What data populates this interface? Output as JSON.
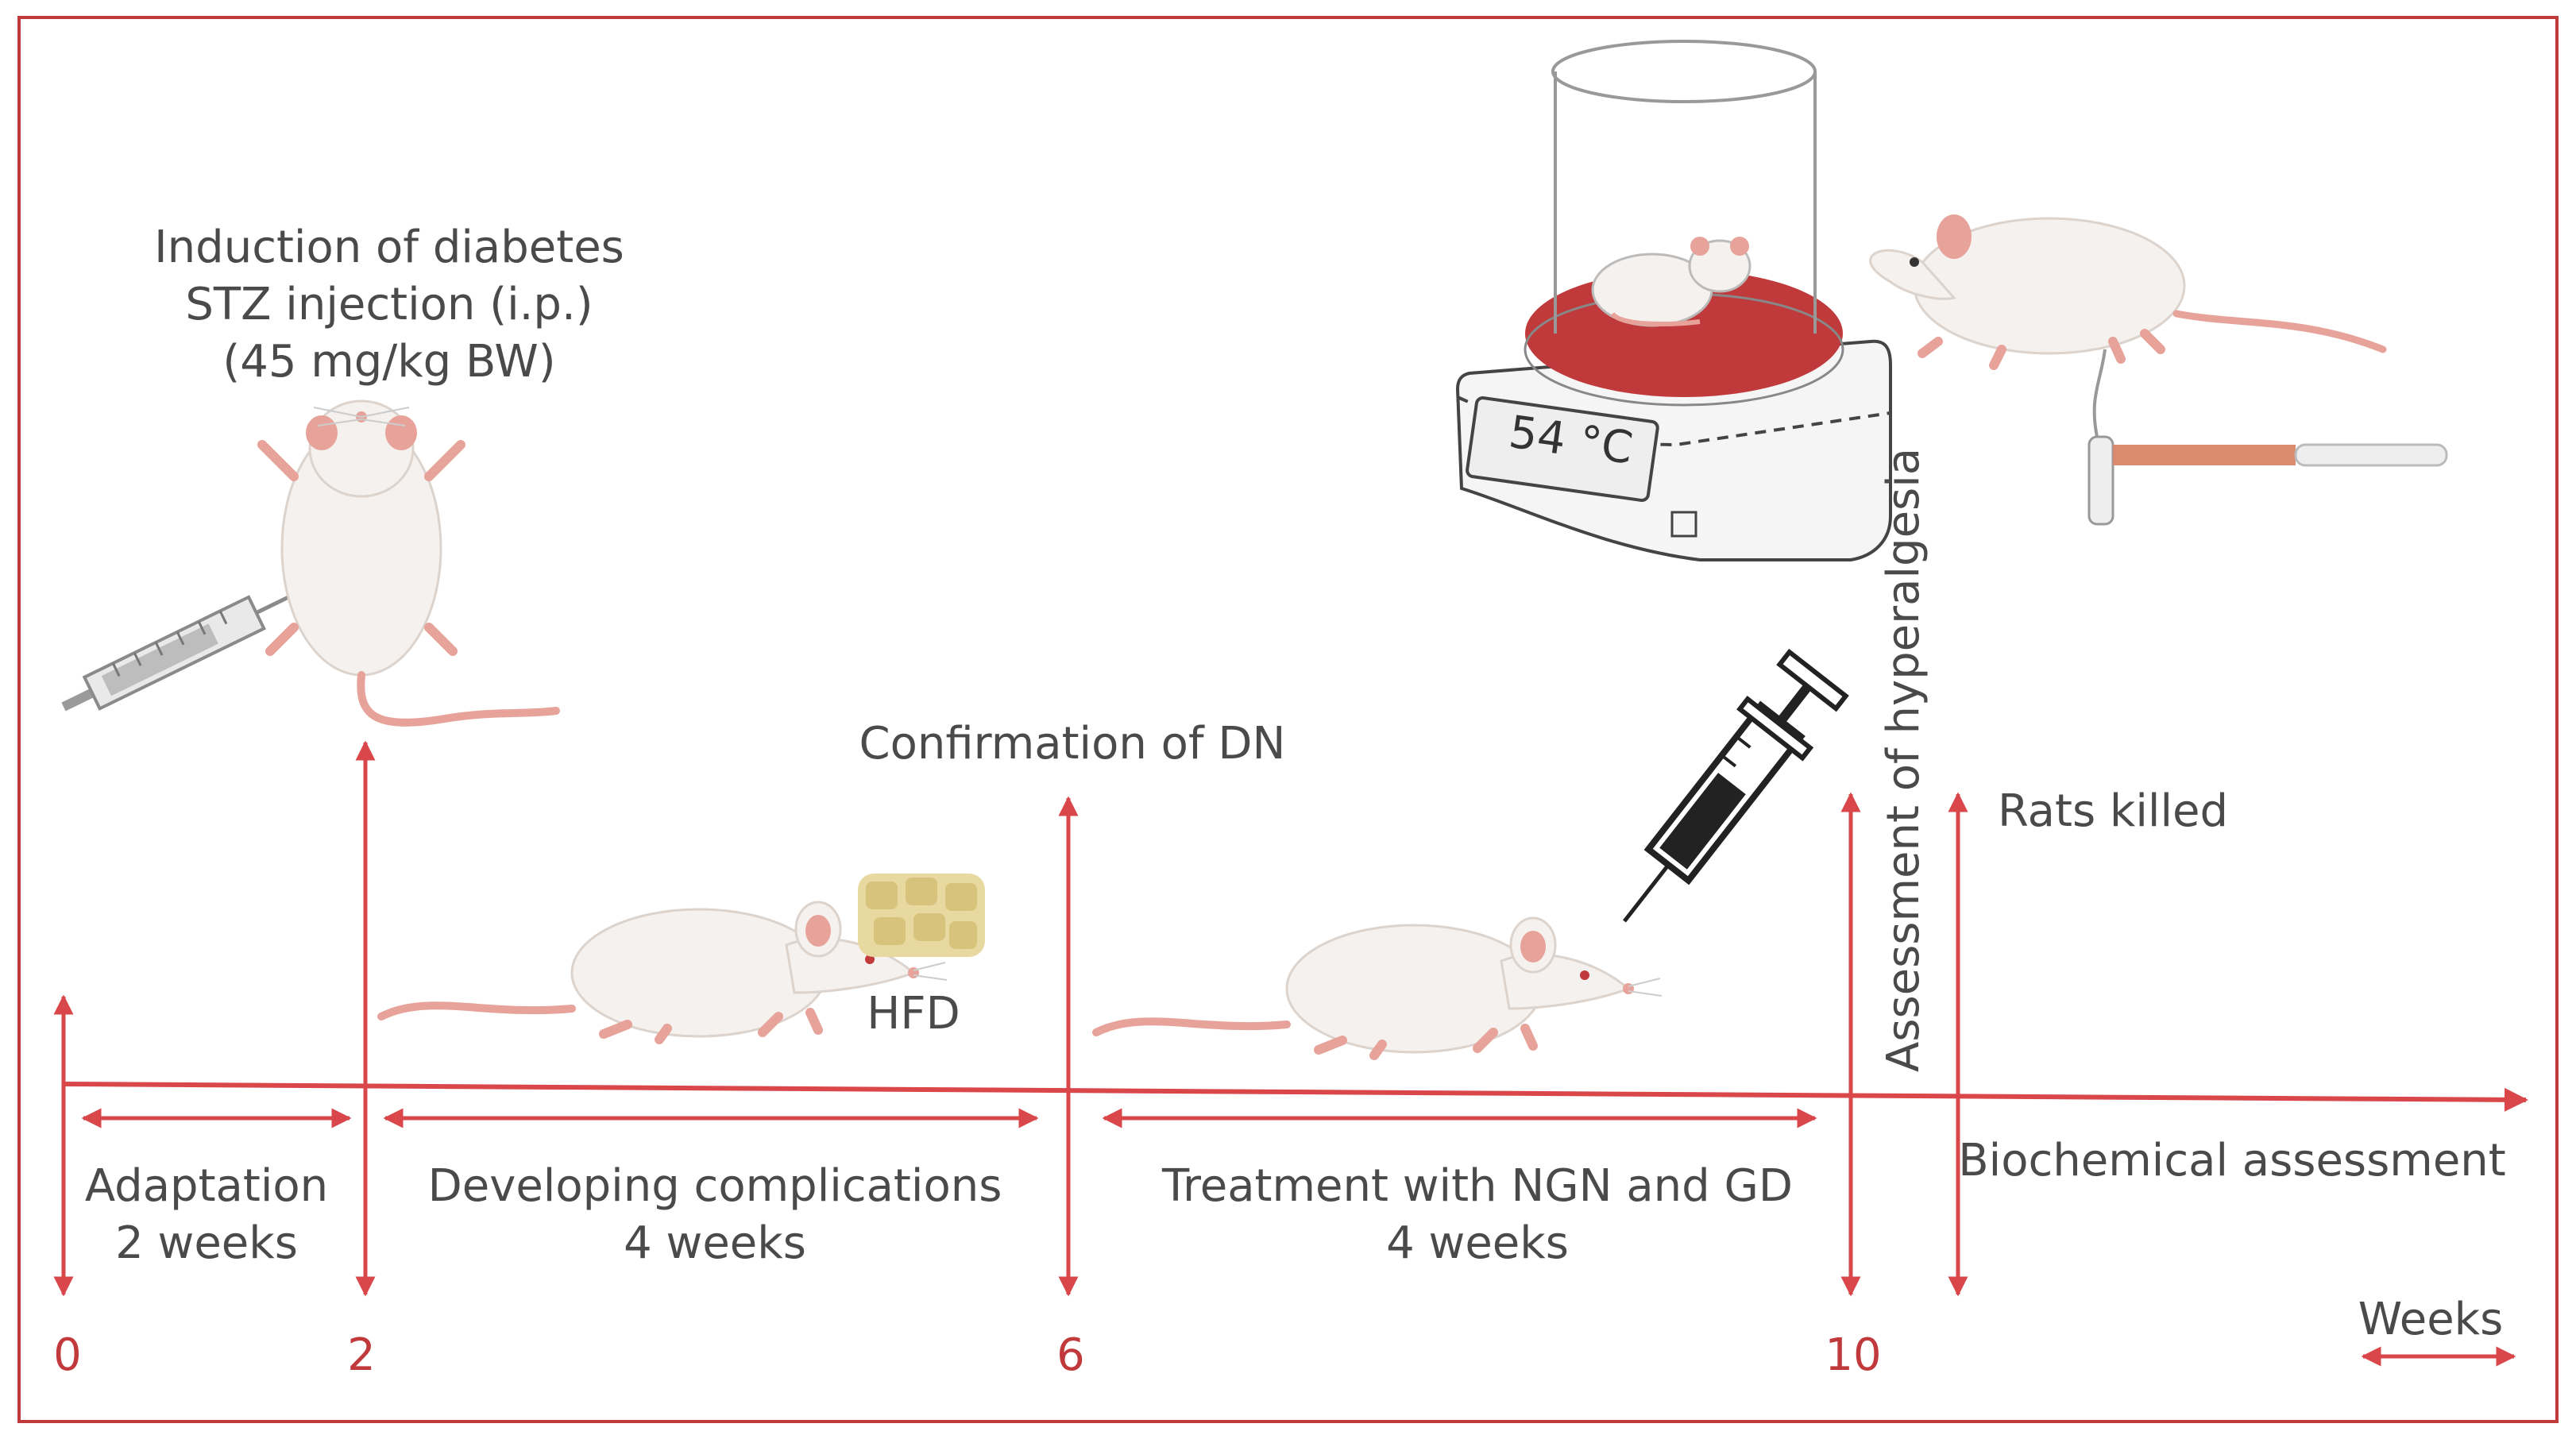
{
  "colors": {
    "accent": "#d9474b",
    "frame": "#c0393b",
    "text": "#4a4a4a",
    "rat_body": "#f5f1ee",
    "rat_pink": "#e7a39a",
    "hotplate_red": "#c0393b"
  },
  "induction": {
    "line1": "Induction of diabetes",
    "line2": "STZ injection (i.p.)",
    "line3": "(45 mg/kg BW)"
  },
  "hotplate": {
    "display": "54 °C"
  },
  "confirmation": "Confirmation of DN",
  "hyperalgesia": "Assessment of hyperalgesia",
  "rats_killed": "Rats killed",
  "hfd": "HFD",
  "periods": {
    "adaptation": {
      "line1": "Adaptation",
      "line2": "2 weeks"
    },
    "developing": {
      "line1": "Developing complications",
      "line2": "4 weeks"
    },
    "treatment": {
      "line1": "Treatment with NGN and GD",
      "line2": "4 weeks"
    },
    "biochemical": "Biochemical assessment"
  },
  "ticks": [
    "0",
    "2",
    "6",
    "10"
  ],
  "weeks_label": "Weeks",
  "icons": [
    "syringe-icon",
    "rat-supine-icon",
    "rat-icon",
    "hfd-pellets-icon",
    "syringe-black-icon",
    "hotplate-icon",
    "tail-flick-icon"
  ]
}
